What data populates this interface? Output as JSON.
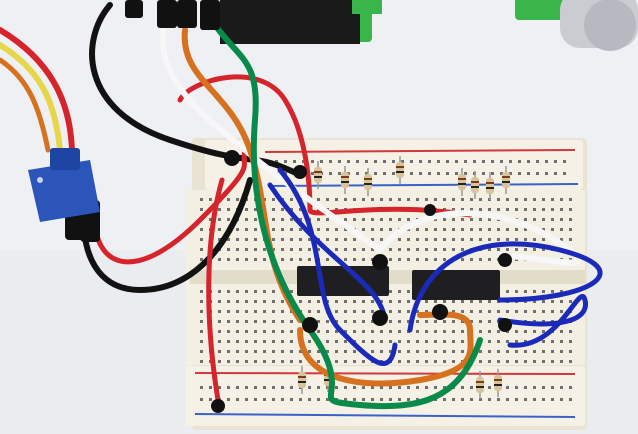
{
  "scene": {
    "subject": "breadboard-circuit-photo",
    "palette": {
      "background": "#eef0f3",
      "breadboard": "#f3efe3",
      "rail_red": "#d23a3a",
      "rail_blue": "#3a62c8",
      "hole": "#6f6f6f",
      "ic_body": "#1f1f22",
      "pcb_green": "#39b54a",
      "potentiometer": "#2b55b8",
      "resistor_body": "#d8c49a",
      "wire_red": "#d5242b",
      "wire_black": "#121212",
      "wire_white": "#f7f7f7",
      "wire_orange": "#d6711f",
      "wire_green": "#0a8a4a",
      "wire_blue": "#1c2ab9",
      "wire_yellow": "#e8d64a"
    },
    "components": {
      "ic_count": 2,
      "resistor_count": 12,
      "potentiometer_count": 1
    }
  }
}
